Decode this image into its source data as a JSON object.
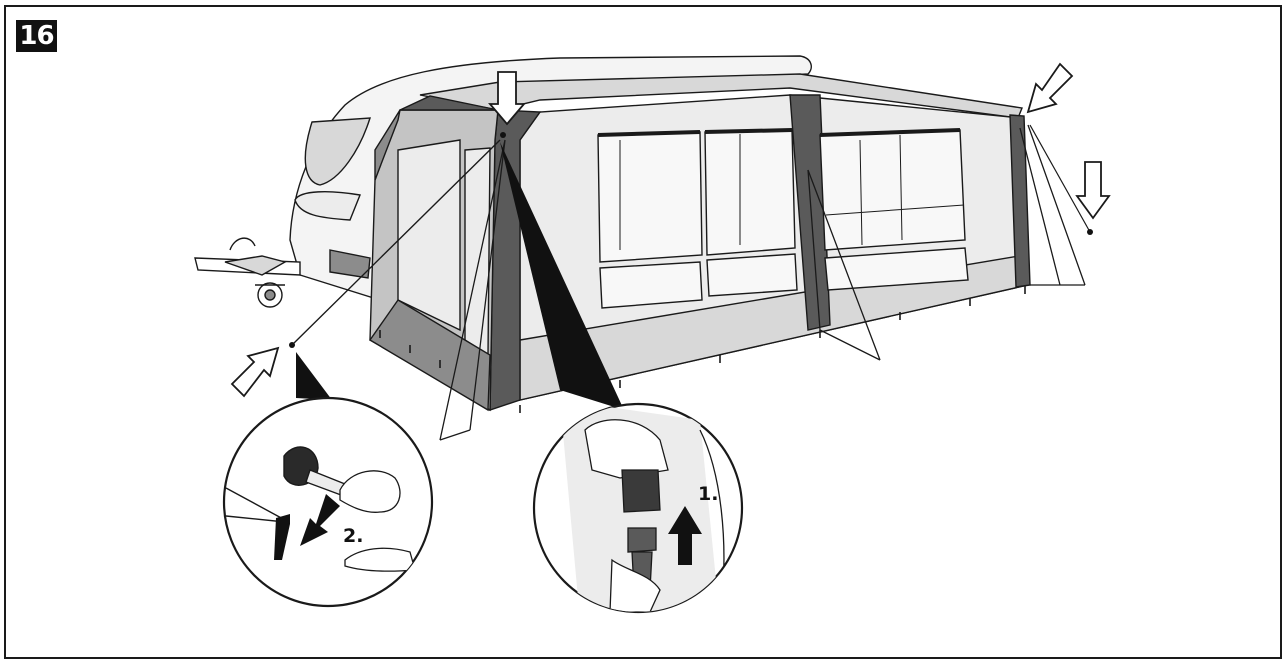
{
  "step_number": "16",
  "labels": {
    "step1": "1.",
    "step2": "2."
  },
  "colors": {
    "ink": "#1a1a1a",
    "dark": "#5a5a5a",
    "mid": "#8c8c8c",
    "light": "#d8d8d8",
    "pale": "#ececec"
  },
  "icons": [
    "arrow-down-icon",
    "arrow-diagonal-icon",
    "mallet-icon",
    "buckle-icon",
    "up-arrow-icon"
  ]
}
